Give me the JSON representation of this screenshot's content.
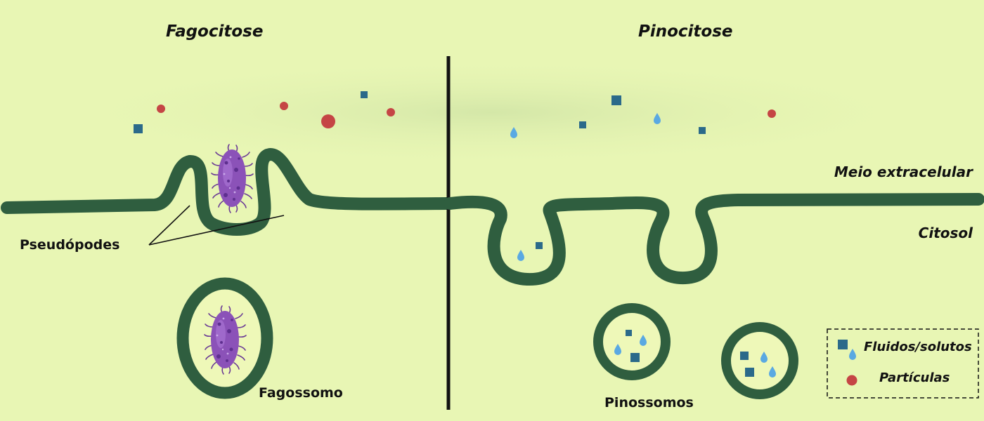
{
  "titles": {
    "left": "Fagocitose",
    "right": "Pinocitose"
  },
  "regions": {
    "outside": "Meio extracelular",
    "inside": "Citosol"
  },
  "labels": {
    "pseudopods": "Pseudópodes",
    "phagosome": "Fagossomo",
    "pinosomes": "Pinossomos"
  },
  "legend": {
    "fluids": "Fluidos/solutos",
    "particles": "Partículas"
  },
  "colors": {
    "background": "#e8f6b4",
    "membrane": "#2f5e3f",
    "vesicle_lumen": "#eef8b8",
    "solute": "#2b6a8a",
    "droplet": "#5aa9e2",
    "particle": "#c54545",
    "bacterium": "#8b52b8"
  },
  "icons": [
    "solute-square-icon",
    "droplet-icon",
    "particle-dot-icon",
    "bacterium-icon"
  ]
}
